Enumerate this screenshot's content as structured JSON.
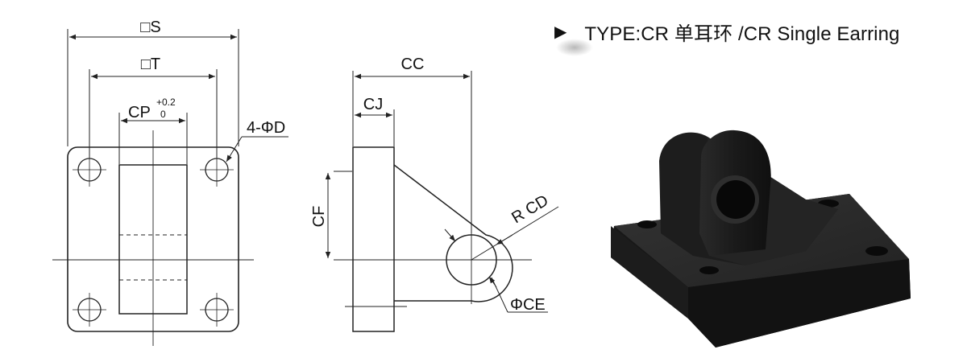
{
  "header": {
    "arrow_glyph": "▶",
    "title": "TYPE:CR 单耳环 /CR Single Earring"
  },
  "front_view": {
    "label_S": "□S",
    "label_T": "□T",
    "label_CP": "CP",
    "tol_upper": "+0.2",
    "tol_lower": "0",
    "label_D": "4-ΦD"
  },
  "side_view": {
    "label_CC": "CC",
    "label_CJ": "CJ",
    "label_CF": "CF",
    "label_CD": "R CD",
    "label_CE": "ΦCE"
  },
  "colors": {
    "line": "#222222",
    "part_top": "#2b2b2b",
    "part_side": "#161616",
    "part_face": "#232323"
  }
}
